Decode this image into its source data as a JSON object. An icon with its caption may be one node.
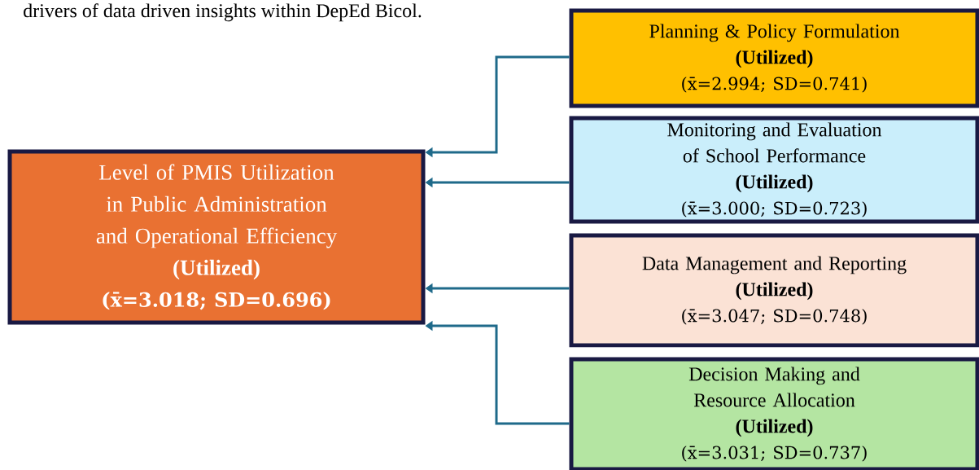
{
  "diagram": {
    "nodes": [
      {
        "text": [
          "Level of PMIS Utilization in Public Administration and Operational Efficiency",
          "(Utilized)",
          "(x̄=3.018; SD=0.696)"
        ]
      },
      {
        "text": [
          "Planning & Policy Formulation",
          "(Utilized)",
          "(x̄=2.994; SD=0.741)"
        ]
      },
      {
        "text": [
          "Monitoring and Evaluation of School Performance",
          "(Utilized)",
          "(x̄=3.000; SD=0.723)"
        ]
      },
      {
        "text": [
          "Data Management and Reporting",
          "(Utilized)",
          "(x̄=3.047; SD=0.748)"
        ]
      },
      {
        "text": [
          "Decision Making and Resource Allocation",
          "(Utilized)",
          "(x̄=3.031; SD=0.737)"
        ]
      }
    ],
    "edges": [
      {
        "from": 1,
        "to": 0,
        "arrow": "to"
      },
      {
        "from": 2,
        "to": 0,
        "arrow": "to"
      },
      {
        "from": 3,
        "to": 0,
        "arrow": "to"
      },
      {
        "from": 4,
        "to": 0,
        "arrow": "to"
      }
    ],
    "labels": [
      "drivers of data driven insights within DepEd Bicol."
    ]
  }
}
